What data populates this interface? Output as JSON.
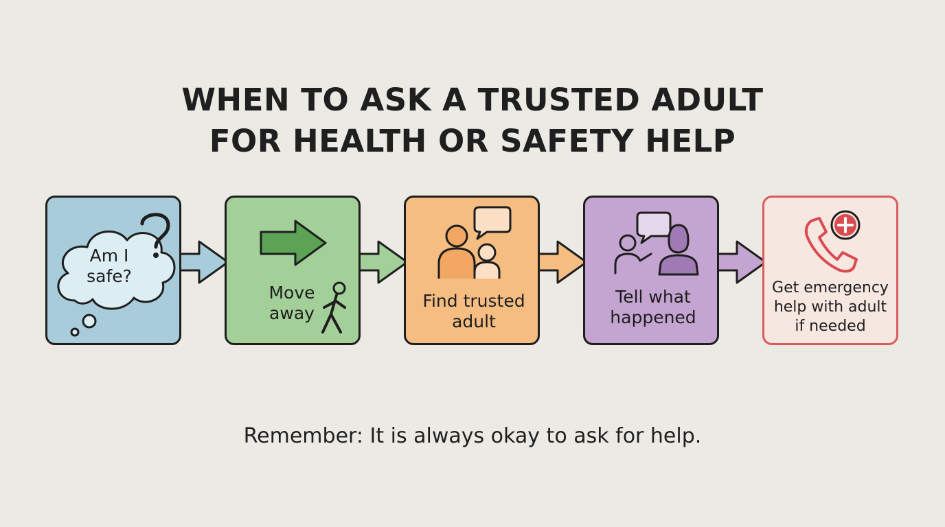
{
  "title": {
    "line1": "WHEN TO ASK A TRUSTED ADULT",
    "line2": "FOR HEALTH OR SAFETY HELP"
  },
  "steps": [
    {
      "line1": "Am I",
      "line2": "safe?",
      "icon": "thought-cloud-question-icon",
      "fill": "#a9ccda"
    },
    {
      "line1": "Move",
      "line2": "away",
      "icon": "arrow-walking-person-icon",
      "fill": "#a3cf98"
    },
    {
      "line1": "Find trusted",
      "line2": "adult",
      "icon": "people-speech-bubble-icon",
      "fill": "#f6bd82"
    },
    {
      "line1": "Tell what",
      "line2": "happened",
      "icon": "talking-people-icon",
      "fill": "#c4a5d1"
    },
    {
      "line1": "Get emergency",
      "line2": "help with adult",
      "line3": "if needed",
      "icon": "phone-medical-cross-icon",
      "fill": "#f6e7e1"
    }
  ],
  "footer": "Remember: It is always okay to ask for help.",
  "colors": {
    "background": "#eceae4",
    "outline": "#1e1e1e",
    "alert_border": "#dc5a5c",
    "alert_icon": "#d94b4f"
  }
}
